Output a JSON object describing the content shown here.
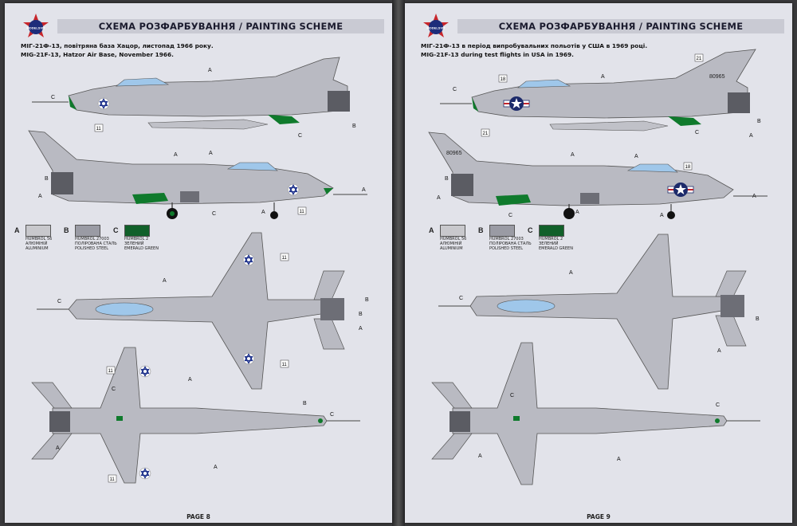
{
  "pages": [
    {
      "header_title": "СХЕМА РОЗФАРБУВАННЯ / PAINTING SCHEME",
      "caption_line1": "МІГ-21Ф-13, повітряна база Хацор, листопад 1966 року.",
      "caption_line2": "MIG-21F-13, Hatzor Air Base, November 1966.",
      "page_number": "PAGE 8",
      "logo_text": "MODELSVIT",
      "marking": "israel-star-of-david",
      "callout_11": "11"
    },
    {
      "header_title": "СХЕМА РОЗФАРБУВАННЯ / PAINTING SCHEME",
      "caption_line1": "МІГ-21Ф-13 в період випробувальних польотів у США в 1969 році.",
      "caption_line2": "MIG-21F-13 during test flights in USA in 1969.",
      "page_number": "PAGE 9",
      "logo_text": "MODELSVIT",
      "marking": "usaf-star-and-bar",
      "callout_18": "18",
      "callout_21": "21",
      "serial_text": "80965"
    }
  ],
  "legend": [
    {
      "letter": "A",
      "color": "#c8c8cc",
      "line1": "HUMBROL 56",
      "line2": "АЛЮМІНІЙ",
      "line3": "ALUMINIUM"
    },
    {
      "letter": "B",
      "color": "#9a9ba4",
      "line1": "HUMBROL 27003",
      "line2": "ПОЛІРОВАНА СТАЛЬ",
      "line3": "POLISHED STEEL"
    },
    {
      "letter": "C",
      "color": "#11602a",
      "line1": "HUMBROL 2",
      "line2": "ЗЕЛЕНИЙ",
      "line3": "EMERALD GREEN"
    }
  ],
  "callout_letters": {
    "a": "A",
    "b": "B",
    "c": "C"
  },
  "colors": {
    "aluminium": "#b9bac2",
    "steel": "#5b5c63",
    "green": "#0f7a2c",
    "canopy": "#9fc7ea",
    "israel_blue": "#1b2f8a",
    "usaf_blue": "#1c2a6a",
    "usaf_red": "#c0262d"
  }
}
